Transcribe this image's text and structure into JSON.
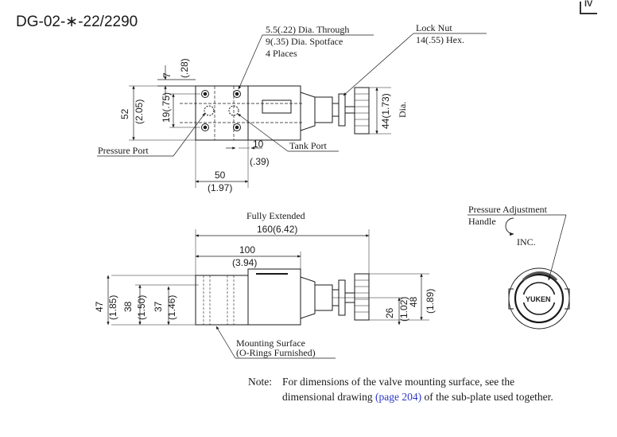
{
  "title": "DG-02-∗-22/2290",
  "page_marker": "IV",
  "top_view": {
    "callout_hole_1": "5.5(.22) Dia. Through",
    "callout_hole_2": "9(.35) Dia. Spotface",
    "callout_hole_3": "4 Places",
    "lock_nut_1": "Lock Nut",
    "lock_nut_2": "14(.55) Hex.",
    "dim_7": "7",
    "dim_7_in": "(.28)",
    "dim_52": "52",
    "dim_52_in": "(2.05)",
    "dim_19": "19(.75)",
    "dim_44": "44(1.73)",
    "dim_dia": "Dia.",
    "dim_10": "10",
    "dim_10_in": "(.39)",
    "dim_50": "50",
    "dim_50_in": "(1.97)",
    "pressure_port": "Pressure Port",
    "tank_port": "Tank Port"
  },
  "side_view": {
    "fully_extended": "Fully Extended",
    "dim_160": "160(6.42)",
    "dim_100": "100",
    "dim_100_in": "(3.94)",
    "dim_47": "47",
    "dim_47_in": "(1.85)",
    "dim_38": "38",
    "dim_38_in": "(1.50)",
    "dim_37": "37",
    "dim_37_in": "(1.46)",
    "dim_26": "26",
    "dim_26_in": "(1.02)",
    "dim_48": "48",
    "dim_48_in": "(1.89)",
    "mounting_1": "Mounting Surface",
    "mounting_2": "(O-Rings Furnished)"
  },
  "handle_view": {
    "label_1": "Pressure Adjustment",
    "label_2": "Handle",
    "inc": "INC.",
    "brand": "YUKEN"
  },
  "note": {
    "prefix": "Note:",
    "text_before": "For dimensions of the valve mounting surface, see the dimensional drawing ",
    "link": "(page 204)",
    "text_after": " of the sub-plate used together."
  }
}
